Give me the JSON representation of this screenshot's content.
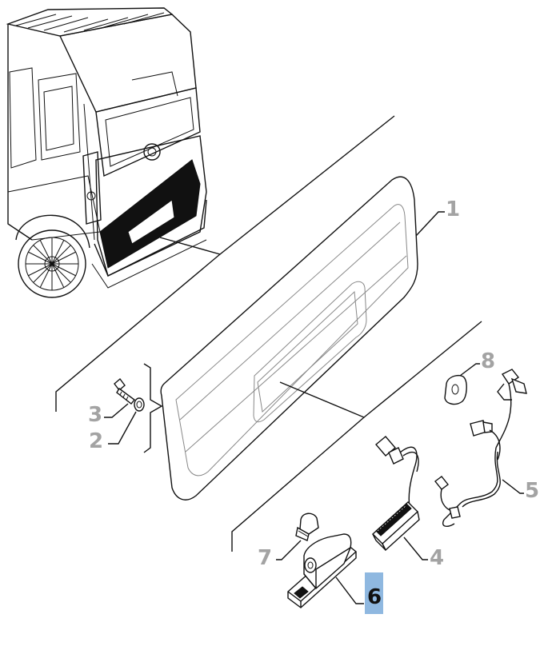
{
  "parts": [
    {
      "id": "1",
      "label": "1",
      "name": "tailgate-trim-panel"
    },
    {
      "id": "2",
      "label": "2",
      "name": "nut"
    },
    {
      "id": "3",
      "label": "3",
      "name": "screw"
    },
    {
      "id": "4",
      "label": "4",
      "name": "switch-connector"
    },
    {
      "id": "5",
      "label": "5",
      "name": "wiring-harness"
    },
    {
      "id": "6",
      "label": "6",
      "name": "license-plate-lamp"
    },
    {
      "id": "7",
      "label": "7",
      "name": "bulb"
    },
    {
      "id": "8",
      "label": "8",
      "name": "grommet"
    }
  ],
  "highlight": {
    "part": "6",
    "color": "#8fb8e0"
  },
  "colors": {
    "callout": "#a3a3a3",
    "line": "#111111"
  }
}
